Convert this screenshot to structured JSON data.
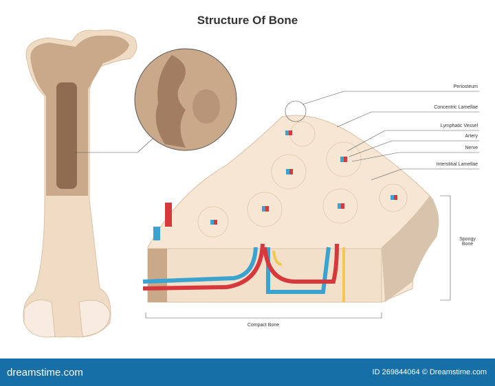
{
  "title": "Structure Of Bone",
  "labels": {
    "periosteum": "Periosteum",
    "concentric": "Concentric Lamellae",
    "lymphatic": "Lymphatic Vessel",
    "artery": "Artery",
    "nerve": "Nerve",
    "interstitial": "Interstitial Lamellae",
    "spongy": "Spongy Bone",
    "compact": "Compact Bone"
  },
  "footer": {
    "brand": "dreamstime.com",
    "credit": "ID 269844064 © Dreamstime.com"
  },
  "colors": {
    "bone": "#f3e3cf",
    "spongy": "#b8967a",
    "artery": "#d6383c",
    "vein": "#3ba3cf",
    "nerve": "#f2c94c",
    "footer": "#1670a7"
  }
}
